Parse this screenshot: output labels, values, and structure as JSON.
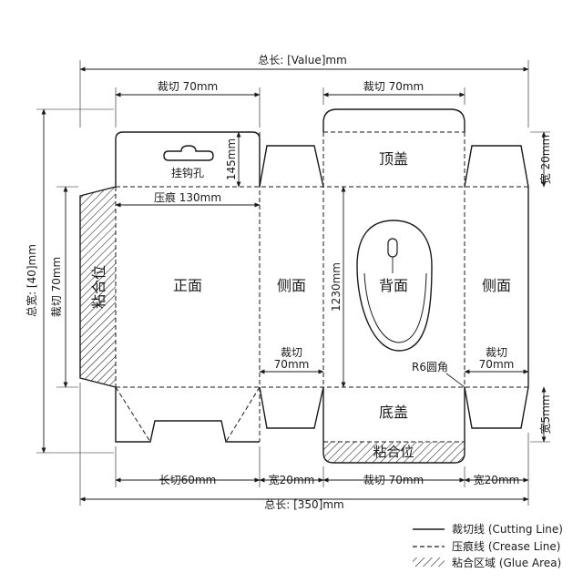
{
  "dimensions": {
    "total_length_top": "总长: [Value]mm",
    "total_length_bottom": "总长: [350]mm",
    "total_width": "总宽: [40]mm",
    "cut_70_left": "裁切 70mm",
    "cut_70_right": "裁切 70mm",
    "cut_70_vertical": "裁切 70mm",
    "hanger_145": "145mm",
    "crease_130": "压痕 130mm",
    "height_1230": "1230mm",
    "side_cut_left_1": "裁切",
    "side_cut_left_2": "70mm",
    "side_cut_right_1": "裁切",
    "side_cut_right_2": "70mm",
    "radius": "R6圆角",
    "width_20_top": "宽 20mm",
    "width_5": "宽5mm",
    "length_60": "长切60mm",
    "width_20_a": "宽20mm",
    "cut_70_bottom": "裁切 70mm",
    "width_20_b": "宽20mm"
  },
  "panels": {
    "front": "正面",
    "side_left": "侧面",
    "back": "背面",
    "side_right": "侧面",
    "top_lid": "顶盖",
    "bottom_lid": "底盖",
    "glue_vertical": "粘合位",
    "glue_bottom": "粘合位",
    "hanger_hole": "挂钩孔"
  },
  "legend": {
    "cutting": "裁切线 (Cutting Line)",
    "crease": "压痕线 (Crease Line)",
    "glue": "粘合区域 (Glue Area)"
  },
  "icons": {
    "product": "computer-mouse-icon"
  }
}
